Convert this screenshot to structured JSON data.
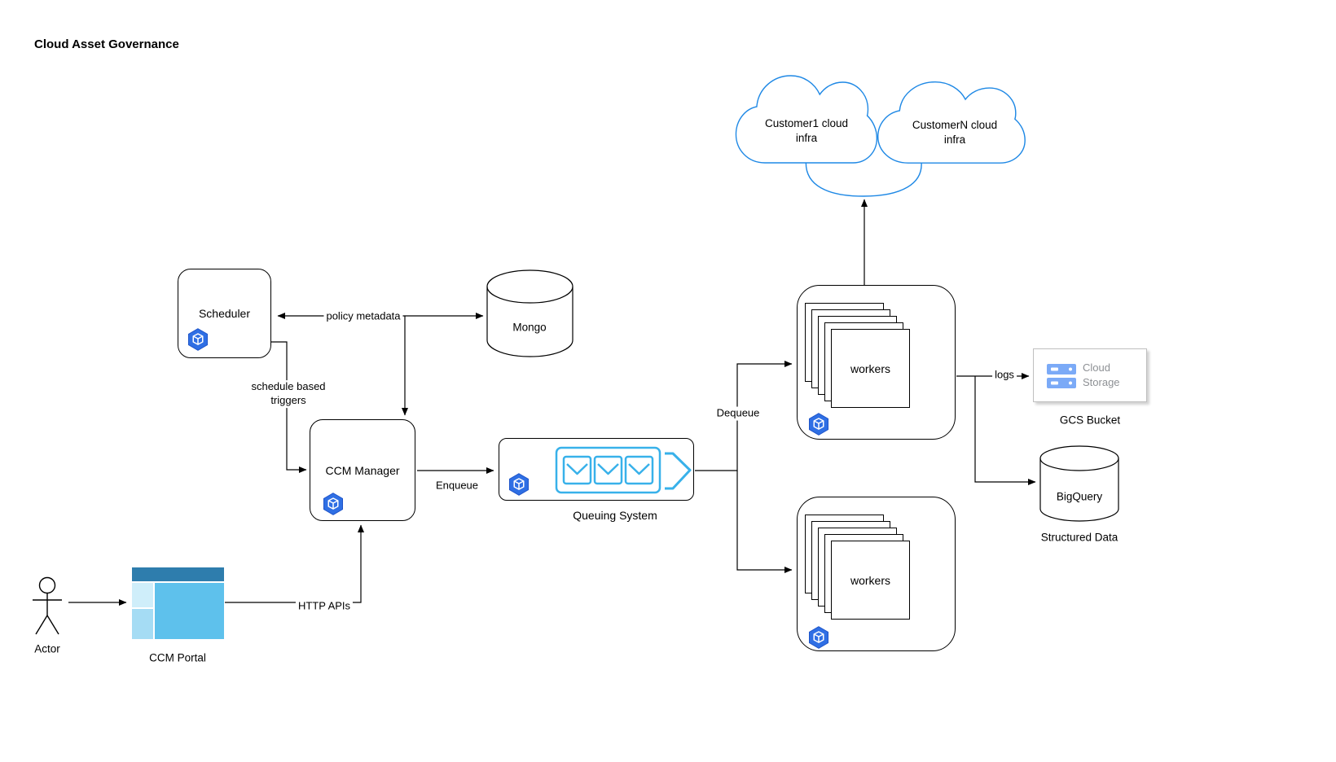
{
  "title": "Cloud Asset Governance",
  "nodes": {
    "scheduler": {
      "label": "Scheduler"
    },
    "ccm_manager": {
      "label": "CCM Manager"
    },
    "mongo": {
      "label": "Mongo"
    },
    "queuing_system": {
      "label": "Queuing System"
    },
    "workers_top": {
      "label": "workers"
    },
    "workers_bottom": {
      "label": "workers"
    },
    "customer1_cloud": {
      "label": "Customer1 cloud\ninfra"
    },
    "customerN_cloud": {
      "label": "CustomerN cloud\ninfra"
    },
    "cloud_storage": {
      "label": "Cloud\nStorage",
      "caption": "GCS Bucket"
    },
    "bigquery": {
      "label": "BigQuery",
      "caption": "Structured Data"
    },
    "actor": {
      "label": "Actor"
    },
    "ccm_portal": {
      "label": "CCM Portal"
    }
  },
  "edges": {
    "policy_metadata": {
      "label": "policy metadata"
    },
    "schedule_triggers": {
      "label": "schedule based\ntriggers"
    },
    "enqueue": {
      "label": "Enqueue"
    },
    "dequeue": {
      "label": "Dequeue"
    },
    "http_apis": {
      "label": "HTTP APIs"
    },
    "logs": {
      "label": "logs"
    }
  },
  "icons": {
    "hexagon_cube": "container-service-icon",
    "queue_envelopes": "message-queue-icon",
    "storage_server": "cloud-storage-icon",
    "actor_figure": "stick-figure-icon",
    "portal_window": "app-window-icon"
  },
  "colors": {
    "cloud_outline": "#1e88e5",
    "container_icon_blue": "#2f6fe4",
    "queue_icon_blue": "#38b1ea",
    "storage_icon_blue": "#7baaf7",
    "portal_header_blue": "#2e7dad",
    "portal_sidebar_blue": "#a5dcf4",
    "portal_body_blue": "#5ec1ec",
    "connector": "#000000"
  }
}
